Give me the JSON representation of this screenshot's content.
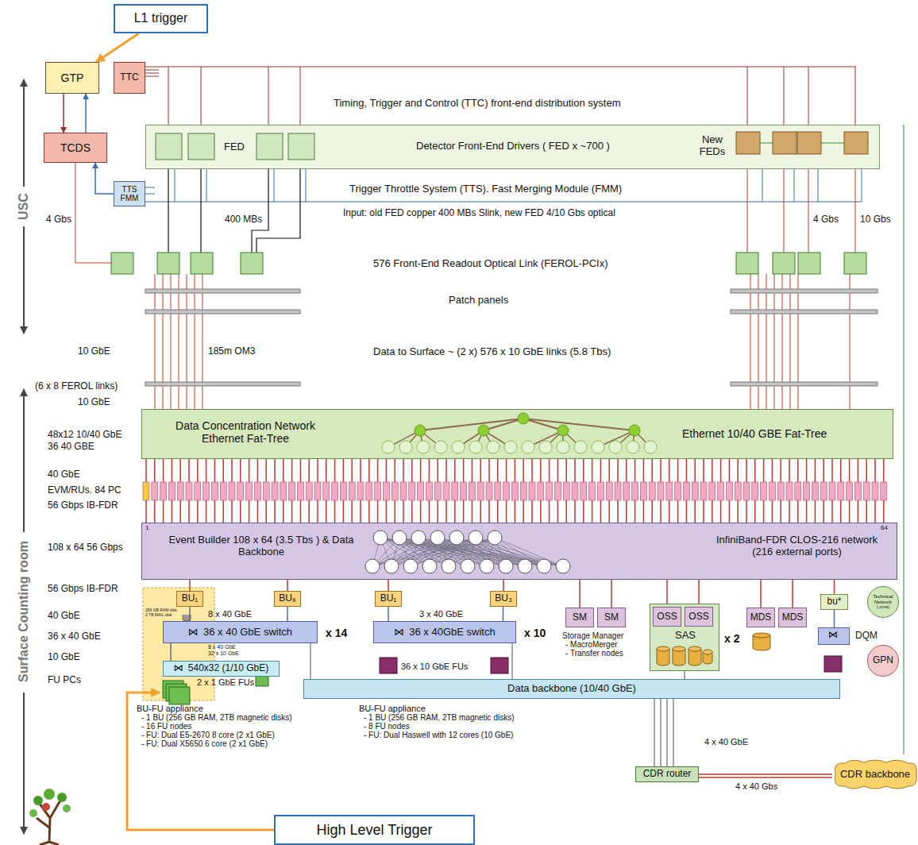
{
  "diagram": {
    "nodes": [
      {
        "text": [
          "L1 trigger"
        ]
      },
      {
        "text": [
          "GTP"
        ]
      },
      {
        "text": [
          "TTC"
        ]
      },
      {
        "text": [
          "TCDS"
        ]
      },
      {
        "text": [
          "TTS FMM"
        ]
      },
      {
        "text": [
          "FED",
          "Detector Front-End Drivers ( FED x ~700 )",
          "New FEDs"
        ]
      },
      {
        "text": [
          "Data Concentration Network Ethernet Fat-Tree",
          "Ethernet 10/40 GBE Fat-Tree"
        ]
      },
      {
        "text": [
          "Event Builder 108 x 64 (3.5 Tbs ) & Data Backbone",
          "InfiniBand-FDR CLOS-216 network (216 external ports)",
          "1",
          "64"
        ]
      },
      {
        "text": [
          "BU₁"
        ]
      },
      {
        "text": [
          "BU₈"
        ]
      },
      {
        "text": [
          "⋈",
          "36 x 40 GbE switch"
        ]
      },
      {
        "text": [
          "⋈",
          "540x32 (1/10 GbE)"
        ]
      },
      {
        "text": [
          "BU₁"
        ]
      },
      {
        "text": [
          "BU₃"
        ]
      },
      {
        "text": [
          "⋈",
          "36 x 40GbE switch"
        ]
      },
      {
        "text": [
          "SM"
        ]
      },
      {
        "text": [
          "SM"
        ]
      },
      {
        "text": [
          "SAS"
        ]
      },
      {
        "text": [
          "OSS"
        ],
        "in": 17
      },
      {
        "text": [
          "OSS"
        ],
        "in": 17
      },
      {
        "text": [
          "MDS"
        ]
      },
      {
        "text": [
          "MDS"
        ]
      },
      {
        "text": [
          "bu*"
        ]
      },
      {
        "text": [
          "⋈",
          "DQM"
        ]
      },
      {
        "text": [
          "Technical Network (.cms)"
        ]
      },
      {
        "text": [
          "GPN"
        ]
      },
      {
        "text": [
          "Data backbone (10/40 GbE)"
        ]
      },
      {
        "text": [
          "CDR router"
        ]
      },
      {
        "text": [
          "CDR backbone"
        ]
      },
      {
        "text": [
          "High Level Trigger"
        ]
      }
    ],
    "edges": [
      {
        "from": 0,
        "to": 1,
        "arrow": "to"
      },
      {
        "from": 1,
        "to": 3,
        "arrow": "to"
      },
      {
        "from": 3,
        "to": 1,
        "arrow": "to"
      },
      {
        "from": 4,
        "to": 3,
        "arrow": "to"
      },
      {
        "from": 7,
        "to": 8,
        "arrow": "none"
      },
      {
        "from": 7,
        "to": 9,
        "arrow": "none"
      },
      {
        "from": 8,
        "to": 10,
        "arrow": "none"
      },
      {
        "from": 9,
        "to": 10,
        "arrow": "none"
      },
      {
        "from": 10,
        "to": 11,
        "arrow": "none"
      },
      {
        "from": 7,
        "to": 12,
        "arrow": "none"
      },
      {
        "from": 7,
        "to": 13,
        "arrow": "none"
      },
      {
        "from": 12,
        "to": 14,
        "arrow": "none"
      },
      {
        "from": 13,
        "to": 14,
        "arrow": "none"
      },
      {
        "from": 7,
        "to": 15,
        "arrow": "none"
      },
      {
        "from": 7,
        "to": 16,
        "arrow": "none"
      },
      {
        "from": 7,
        "to": 18,
        "arrow": "none"
      },
      {
        "from": 7,
        "to": 19,
        "arrow": "none"
      },
      {
        "from": 7,
        "to": 20,
        "arrow": "none"
      },
      {
        "from": 7,
        "to": 21,
        "arrow": "none"
      },
      {
        "from": 7,
        "to": 22,
        "arrow": "none"
      },
      {
        "from": 22,
        "to": 23,
        "arrow": "none"
      },
      {
        "from": 10,
        "to": 26,
        "arrow": "none"
      },
      {
        "from": 14,
        "to": 26,
        "arrow": "none"
      },
      {
        "from": 17,
        "to": 26,
        "arrow": "none"
      },
      {
        "from": 26,
        "to": 27,
        "arrow": "none",
        "label": "4 x 40 GbE"
      },
      {
        "from": 27,
        "to": 28,
        "arrow": "none",
        "label": "4 x 40 Gbs"
      }
    ],
    "labels": [
      "Timing, Trigger and Control (TTC) front-end distribution system",
      "Trigger Throttle System (TTS). Fast Merging Module (FMM)",
      "USC",
      "4 Gbs",
      "400 MBs",
      "Input: old FED copper 400 MBs Slink, new FED 4/10 Gbs optical",
      "4 Gbs",
      "10 Gbs",
      "576 Front-End Readout Optical Link (FEROL-PCIx)",
      "Patch panels",
      "10 GbE",
      "185m OM3",
      "Data to Surface ~ (2 x) 576 x 10 GbE links (5.8 Tbs)",
      "(6 x 8 FEROL links)",
      "10 GbE",
      "48x12 10/40 GbE",
      "36 40 GBE",
      "40 GbE",
      "EVM/RUs. 84 PC",
      "56 Gbps IB-FDR",
      "Surface Counting room",
      "108 x 64 56 Gbps",
      "56 Gbps IB-FDR",
      "40 GbE",
      "36 x 40 GbE",
      "10 GbE",
      "FU PCs",
      "256 GB RAM disk",
      "2 TB MAG disk",
      "8 x 40 GbE",
      "x 14",
      "8 x 40 GbE",
      "32 x 10 GbE",
      "2 x 1 GbE FUs",
      "BU-FU appliance",
      "- 1 BU (256 GB RAM, 2TB magnetic disks)",
      "- 16 FU nodes",
      "- FU: Dual E5-2670 8 core (2 x1 GbE)",
      "- FU: Dual X5650 6 core (2 x1 GbE)",
      "3 x 40 GbE",
      "x 10",
      "36 x 10 GbE FUs",
      "BU-FU appliance",
      "- 1 BU (256 GB RAM, 2TB magnetic disks)",
      "- 8 FU nodes",
      "- FU: Dual Haswell with 12 cores (10 GbE)",
      "Storage Manager",
      "- MacroMerger",
      "- Transfer nodes",
      "x 2"
    ]
  }
}
